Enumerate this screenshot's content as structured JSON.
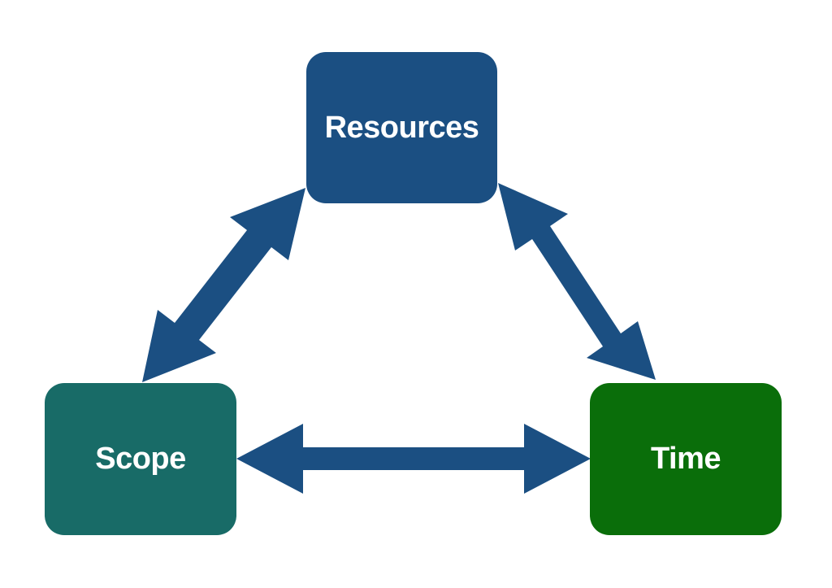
{
  "nodes": {
    "resources": {
      "label": "Resources",
      "color": "#1b4f82"
    },
    "scope": {
      "label": "Scope",
      "color": "#186b67"
    },
    "time": {
      "label": "Time",
      "color": "#0a6e0a"
    }
  },
  "connectors": [
    {
      "from": "resources",
      "to": "scope",
      "direction": "bidirectional"
    },
    {
      "from": "resources",
      "to": "time",
      "direction": "bidirectional"
    },
    {
      "from": "scope",
      "to": "time",
      "direction": "bidirectional"
    }
  ],
  "colors": {
    "arrow": "#1b4f82",
    "background": "#ffffff",
    "label": "#ffffff"
  }
}
